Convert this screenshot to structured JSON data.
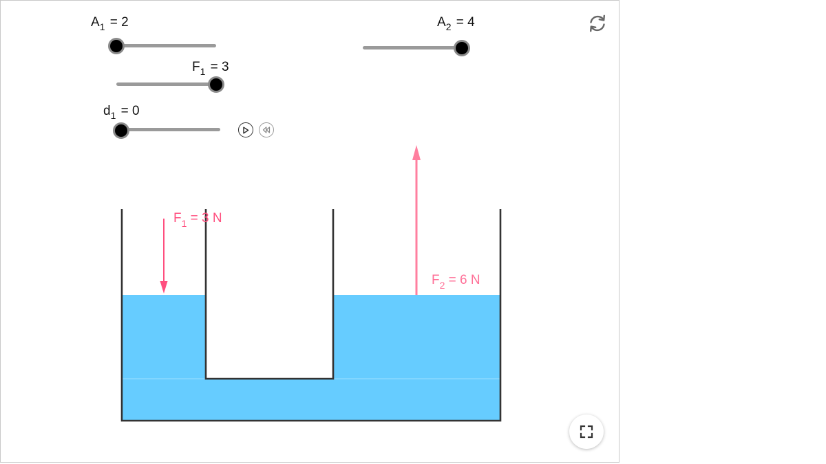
{
  "colors": {
    "water": "#66ccff",
    "force_arrow": "#ff4f7f",
    "force_arrow_light": "#ff7f9f",
    "wall": "#333333",
    "slider_track": "#9a9a9a"
  },
  "sliders": {
    "a1": {
      "name": "A",
      "sub": "1",
      "eq": " = 2",
      "value": 2
    },
    "a2": {
      "name": "A",
      "sub": "2",
      "eq": " = 4",
      "value": 4
    },
    "f1": {
      "name": "F",
      "sub": "1",
      "eq": " = 3",
      "value": 3
    },
    "d1": {
      "name": "d",
      "sub": "1",
      "eq": " = 0",
      "value": 0
    }
  },
  "animation": {
    "play_icon": "play-icon",
    "rewind_icon": "rewind-icon"
  },
  "toolbar": {
    "reload_icon": "reload-icon",
    "fullscreen_icon": "fullscreen-icon"
  },
  "forces": {
    "f1": {
      "name": "F",
      "sub": "1",
      "eq": " = 3 N",
      "value": 3,
      "unit": "N"
    },
    "f2": {
      "name": "F",
      "sub": "2",
      "eq": " = 6 N",
      "value": 6,
      "unit": "N"
    }
  }
}
